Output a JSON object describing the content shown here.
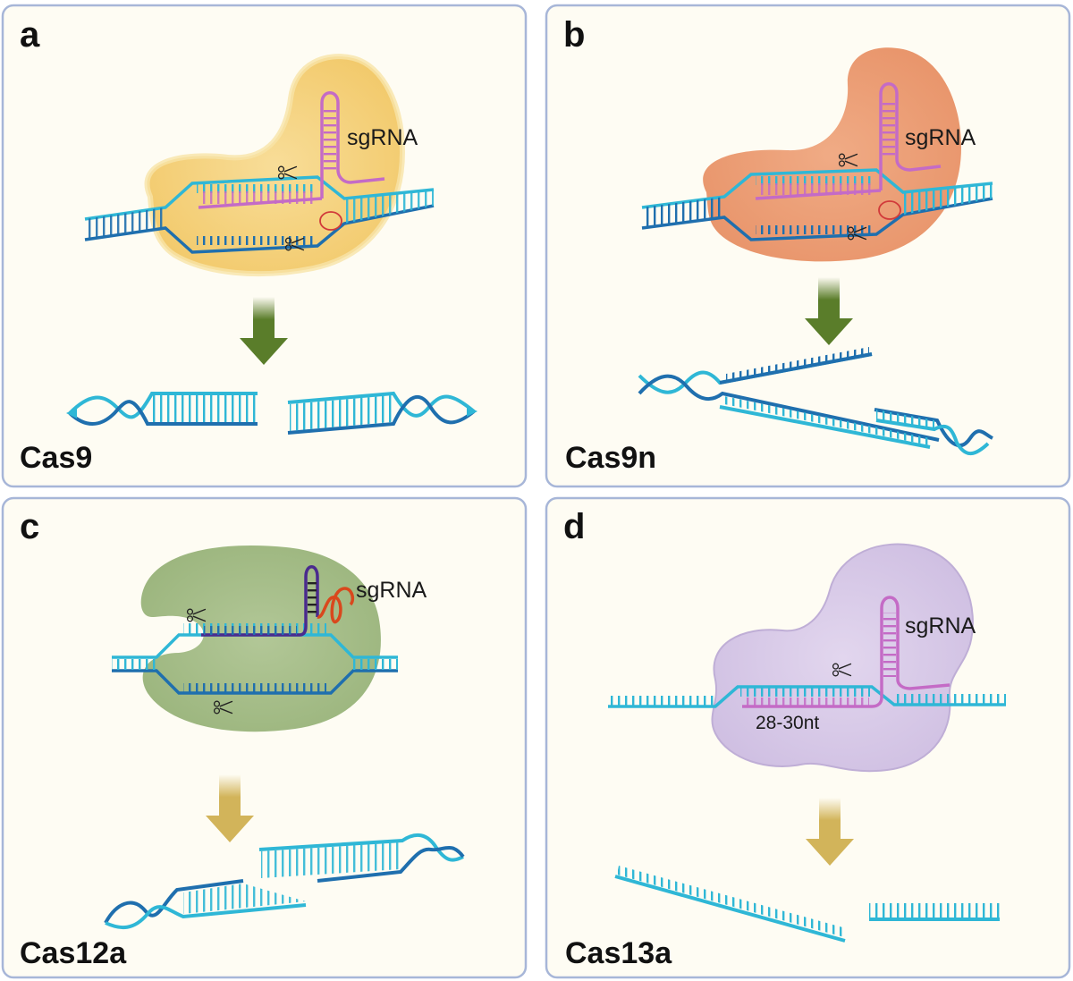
{
  "panels": {
    "a": {
      "letter": "a",
      "enzyme": "Cas9",
      "rna_label": "sgRNA"
    },
    "b": {
      "letter": "b",
      "enzyme": "Cas9n",
      "rna_label": "sgRNA"
    },
    "c": {
      "letter": "c",
      "enzyme": "Cas12a",
      "rna_label": "sgRNA"
    },
    "d": {
      "letter": "d",
      "enzyme": "Cas13a",
      "rna_label": "sgRNA",
      "spacer_label": "28-30nt"
    }
  },
  "colors": {
    "panel_bg": "#fefcf3",
    "panel_border": "#a7b6d8",
    "dna_light": "#2fb7d6",
    "dna_dark": "#1f6fae",
    "rna": "#c46bc6",
    "cas9_body": "#f5d486",
    "cas9n_body": "#eea27a",
    "cas12a_body": "#a9c08c",
    "cas13a_body": "#d9cbe8",
    "arrow_green": "#5a7d2a",
    "arrow_gold": "#d2b45a",
    "cut_site": "#d13a3a",
    "cas12a_guide": "#d9481d"
  }
}
